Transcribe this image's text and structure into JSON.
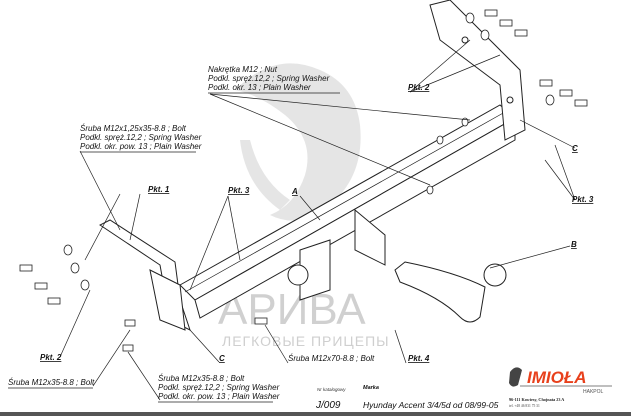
{
  "watermark": {
    "brand": "АРИВА",
    "tagline": "ЛЕГКОВЫЕ ПРИЦЕПЫ"
  },
  "callouts": {
    "nut_group": [
      "Nakrętka  M12 ; Nut",
      "Podkl. spręż.12,2 ; Spring Washer",
      "Podkl. okr. 13 ; Plain Washer"
    ],
    "bolt_group_left": [
      "Śruba M12x1,25x35-8.8 ;  Bolt",
      "Podkl. spręż.12,2 ; Spring Washer",
      "Podkl. okr. pow. 13 ; Plain Washer"
    ],
    "bolt_left_bottom": "Śruba M12x35-8.8 ;  Bolt",
    "bolt_group_bottom": [
      "Śruba M12x35-8.8 ;  Bolt",
      "Podkl. spręż.12,2 ; Spring Washer",
      "Podkl. okr. pow. 13 ; Plain Washer"
    ],
    "bolt_center": "Śruba M12x70-8.8 ;  Bolt",
    "pkt1": "Pkt. 1",
    "pkt2_top": "Pkt. 2",
    "pkt2_bottom": "Pkt. 2",
    "pkt3_left": "Pkt. 3",
    "pkt3_right": "Pkt. 3",
    "pkt4": "Pkt. 4",
    "part_a": "A",
    "part_b": "B",
    "part_c_left": "C",
    "part_c_right": "C"
  },
  "title_block": {
    "catalog_label": "Nr katalogowy",
    "catalog_no": "J/009",
    "make_label": "Marka",
    "vehicle": "Hyunday Accent 3/4/5d   od  08/99-05",
    "logo_text": "IMIOŁA",
    "logo_sub": "HAKPOL",
    "address": "96-111 Kowiesy, Chojnata 23 A",
    "phone": "tel. +48 46 831 75 31",
    "logo_color": "#e8401c"
  }
}
